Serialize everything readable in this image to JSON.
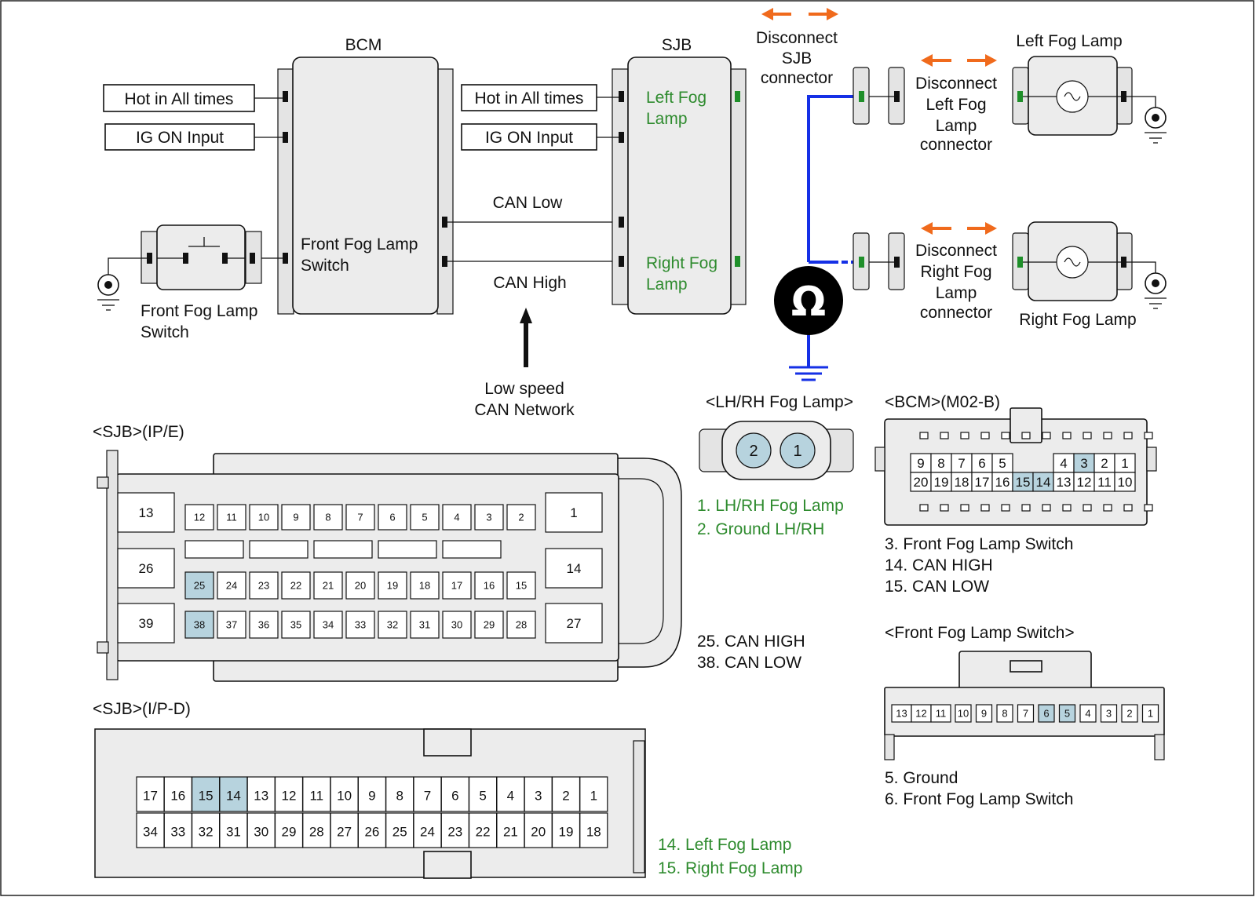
{
  "colors": {
    "wire_blue": "#1530e6",
    "pin_green": "#1f8f2a",
    "highlight": "#b7d3de",
    "arrow_orange": "#f06a1c",
    "label_green": "#2e8b2e"
  },
  "top": {
    "bcm_title": "BCM",
    "sjb_title": "SJB",
    "bcm_inputs": [
      "Hot in All times",
      "IG ON Input"
    ],
    "sjb_inputs": [
      "Hot in All times",
      "IG ON Input"
    ],
    "bcm_switch_label": [
      "Front Fog Lamp",
      "Switch"
    ],
    "switch_label": [
      "Front Fog Lamp",
      "Switch"
    ],
    "can_low": "CAN Low",
    "can_high": "CAN High",
    "network_label": [
      "Low speed",
      "CAN Network"
    ],
    "sjb_left": [
      "Left Fog",
      "Lamp"
    ],
    "sjb_right": [
      "Right Fog",
      "Lamp"
    ],
    "disconnect_sjb": [
      "Disconnect",
      "SJB",
      "connector"
    ],
    "disconnect_left": [
      "Disconnect",
      "Left Fog",
      "Lamp",
      "connector"
    ],
    "disconnect_right": [
      "Disconnect",
      "Right Fog",
      "Lamp",
      "connector"
    ],
    "left_lamp": "Left Fog Lamp",
    "right_lamp": "Right Fog Lamp",
    "ohm_symbol": "Ω"
  },
  "fog_conn": {
    "title": "<LH/RH Fog Lamp>",
    "pins": [
      "2",
      "1"
    ],
    "legend": [
      "1. LH/RH Fog Lamp",
      "2. Ground LH/RH"
    ]
  },
  "bcm_conn": {
    "title": "<BCM>(M02-B)",
    "row1": [
      "9",
      "8",
      "7",
      "6",
      "5",
      "",
      "",
      "4",
      "3",
      "2",
      "1"
    ],
    "row2": [
      "20",
      "19",
      "18",
      "17",
      "16",
      "15",
      "14",
      "13",
      "12",
      "11",
      "10"
    ],
    "legend": [
      "3. Front Fog Lamp Switch",
      "14. CAN HIGH",
      "15. CAN LOW"
    ]
  },
  "switch_conn": {
    "title": "<Front Fog Lamp Switch>",
    "pins": [
      "13",
      "12",
      "11",
      "10",
      "9",
      "8",
      "7",
      "6",
      "5",
      "4",
      "3",
      "2",
      "1"
    ],
    "legend": [
      "5. Ground",
      "6. Front Fog Lamp Switch"
    ]
  },
  "sjb_ipe": {
    "title": "<SJB>(IP/E)",
    "big": [
      "13",
      "26",
      "39",
      "1",
      "14",
      "27"
    ],
    "row1": [
      "12",
      "11",
      "10",
      "9",
      "8",
      "7",
      "6",
      "5",
      "4",
      "3",
      "2"
    ],
    "row2": [
      "25",
      "24",
      "23",
      "22",
      "21",
      "20",
      "19",
      "18",
      "17",
      "16",
      "15"
    ],
    "row3": [
      "38",
      "37",
      "36",
      "35",
      "34",
      "33",
      "32",
      "31",
      "30",
      "29",
      "28"
    ],
    "legend": [
      "25. CAN HIGH",
      "38. CAN LOW"
    ]
  },
  "sjb_ipd": {
    "title": "<SJB>(I/P-D)",
    "row1": [
      "17",
      "16",
      "15",
      "14",
      "13",
      "12",
      "11",
      "10",
      "9",
      "8",
      "7",
      "6",
      "5",
      "4",
      "3",
      "2",
      "1"
    ],
    "row2": [
      "34",
      "33",
      "32",
      "31",
      "30",
      "29",
      "28",
      "27",
      "26",
      "25",
      "24",
      "23",
      "22",
      "21",
      "20",
      "19",
      "18"
    ],
    "legend": [
      "14. Left Fog Lamp",
      "15. Right Fog Lamp"
    ]
  }
}
